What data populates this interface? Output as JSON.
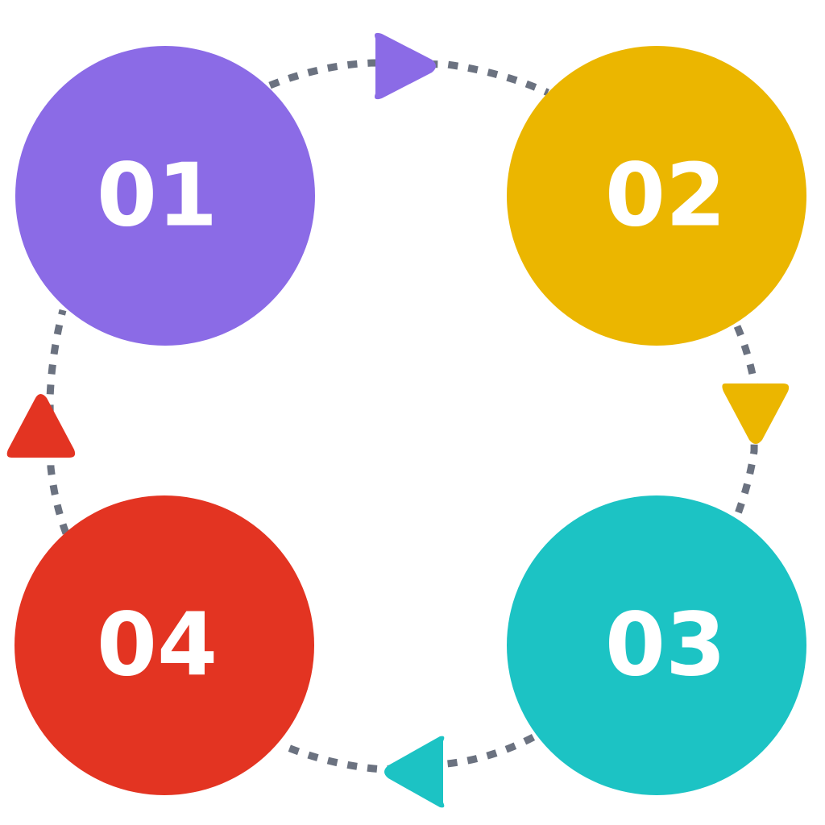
{
  "connector_color": "#6b7280",
  "steps": [
    {
      "number": "01",
      "color": "#8b6be6"
    },
    {
      "number": "02",
      "color": "#ebb600"
    },
    {
      "number": "03",
      "color": "#1cc3c4"
    },
    {
      "number": "04",
      "color": "#e33422"
    }
  ],
  "arrows": [
    {
      "from": "01",
      "to": "02",
      "direction": "right",
      "color": "#8b6be6"
    },
    {
      "from": "02",
      "to": "03",
      "direction": "down",
      "color": "#ebb600"
    },
    {
      "from": "03",
      "to": "04",
      "direction": "left",
      "color": "#1cc3c4"
    },
    {
      "from": "04",
      "to": "01",
      "direction": "up",
      "color": "#e33422"
    }
  ]
}
